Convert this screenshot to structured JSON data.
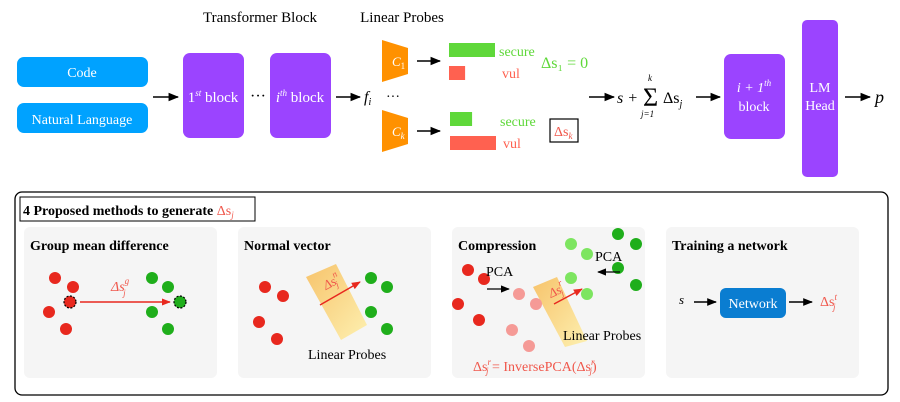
{
  "top": {
    "inputs": [
      "Code",
      "Natural Language"
    ],
    "transformer_label": "Transformer Block",
    "probes_label": "Linear Probes",
    "block1": {
      "base": "1",
      "sup": "st",
      "rest": " block"
    },
    "blocki": {
      "base": "i",
      "sup": "th",
      "rest": " block"
    },
    "ellipsis": "···",
    "feature": "f",
    "feature_sub": "i",
    "probe1": {
      "base": "C",
      "sub": "1"
    },
    "probek": {
      "base": "C",
      "sub": "k"
    },
    "secure": "secure",
    "vul": "vul",
    "probe1_scores": {
      "secure": 1.0,
      "vul": 0.35
    },
    "probek_scores": {
      "secure": 0.48,
      "vul": 1.0
    },
    "delta1": "Δs₁ = 0",
    "deltak": "Δs",
    "deltak_sub": "k",
    "sum_expr": {
      "s": "s +",
      "sigma": "Σ",
      "upper": "k",
      "lower": "j=1",
      "term": "Δs",
      "term_sub": "j"
    },
    "next_block": {
      "line1": "i + 1",
      "sup": "th",
      "line2": "block"
    },
    "lm_head": [
      "LM",
      "Head"
    ],
    "output": "p"
  },
  "bottom": {
    "title": "4 Proposed methods to generate ",
    "title_delta": "Δs",
    "title_sub": "j",
    "panels": [
      {
        "title": "Group mean difference",
        "delta": "Δs",
        "sup": "g",
        "sub": "j"
      },
      {
        "title": "Normal vector",
        "delta": "Δs",
        "sup": "n",
        "sub": "j",
        "probe_label": "Linear Probes"
      },
      {
        "title": "Compression",
        "pca1": "PCA",
        "pca2": "PCA",
        "delta": "Δs",
        "sup": "r",
        "sub": "j",
        "probe_label": "Linear Probes",
        "formula": "Δsʲʳ = InversePCA(Δsʲʳ)"
      },
      {
        "title": "Training a network",
        "input": "s",
        "network": "Network",
        "delta": "Δs",
        "sup": "t",
        "sub": "j"
      }
    ],
    "formula_parts": {
      "lhs": "Δs",
      "lhs_sup": "r",
      "lhs_sub": "j",
      "mid": " = InversePCA(",
      "rhs": "Δs",
      "rhs_sup": "r",
      "rhs_sub": "j",
      "end": ")"
    }
  },
  "colors": {
    "input_blue": "#00A2FF",
    "block_purple": "#9B44FF",
    "probe_orange": "#FF9100",
    "secure_green": "#5FD83A",
    "vul_red": "#FF6150",
    "delta_red": "#F0574B",
    "dot_red": "#E8281E",
    "dot_green": "#1FAE1B",
    "dot_lightred": "#F59A96",
    "dot_lightgreen": "#7DE560",
    "network_blue": "#0A7DD1",
    "panel_bg": "#F5F5F5"
  }
}
